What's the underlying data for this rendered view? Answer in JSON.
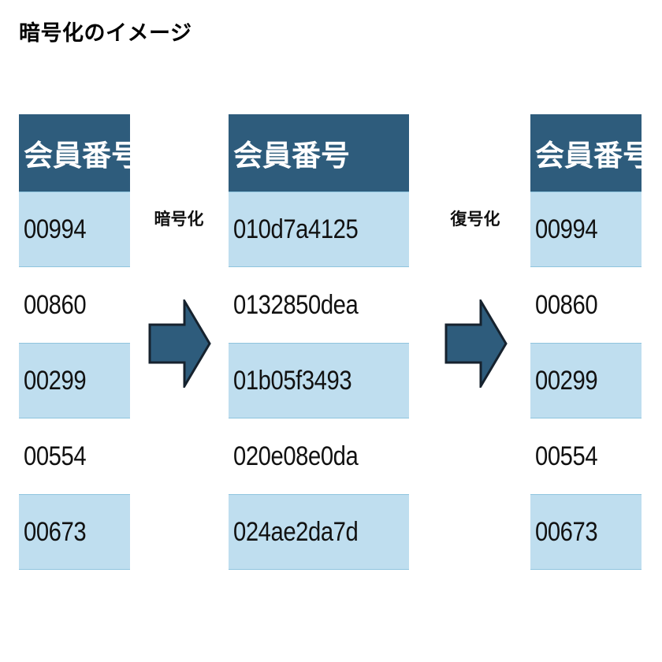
{
  "slide": {
    "title": "暗号化のイメージ",
    "background": "#ffffff"
  },
  "colors": {
    "header_fill": "#2E5C7C",
    "header_text": "#FFFFFF",
    "row_alt_fill": "#BFDEEF",
    "row_fill": "#FFFFFF",
    "row_border": "#8FC4DE",
    "arrow_fill": "#2E5C7C",
    "arrow_outline": "#16222E",
    "body_text": "#111111"
  },
  "tables": [
    {
      "id": "plaintext",
      "header": "会員番号",
      "rows": [
        "00994",
        "00860",
        "00299",
        "00554",
        "00673"
      ]
    },
    {
      "id": "ciphertext",
      "header": "会員番号",
      "rows": [
        "010d7a4125",
        "0132850dea",
        "01b05f3493",
        "020e08e0da",
        "024ae2da7d"
      ]
    },
    {
      "id": "decrypted",
      "header": "会員番号",
      "rows": [
        "00994",
        "00860",
        "00299",
        "00554",
        "00673"
      ]
    }
  ],
  "arrows": [
    {
      "id": "encrypt",
      "label": "暗号化",
      "icon": "right-block-arrow-icon"
    },
    {
      "id": "decrypt",
      "label": "復号化",
      "icon": "right-block-arrow-icon"
    }
  ]
}
